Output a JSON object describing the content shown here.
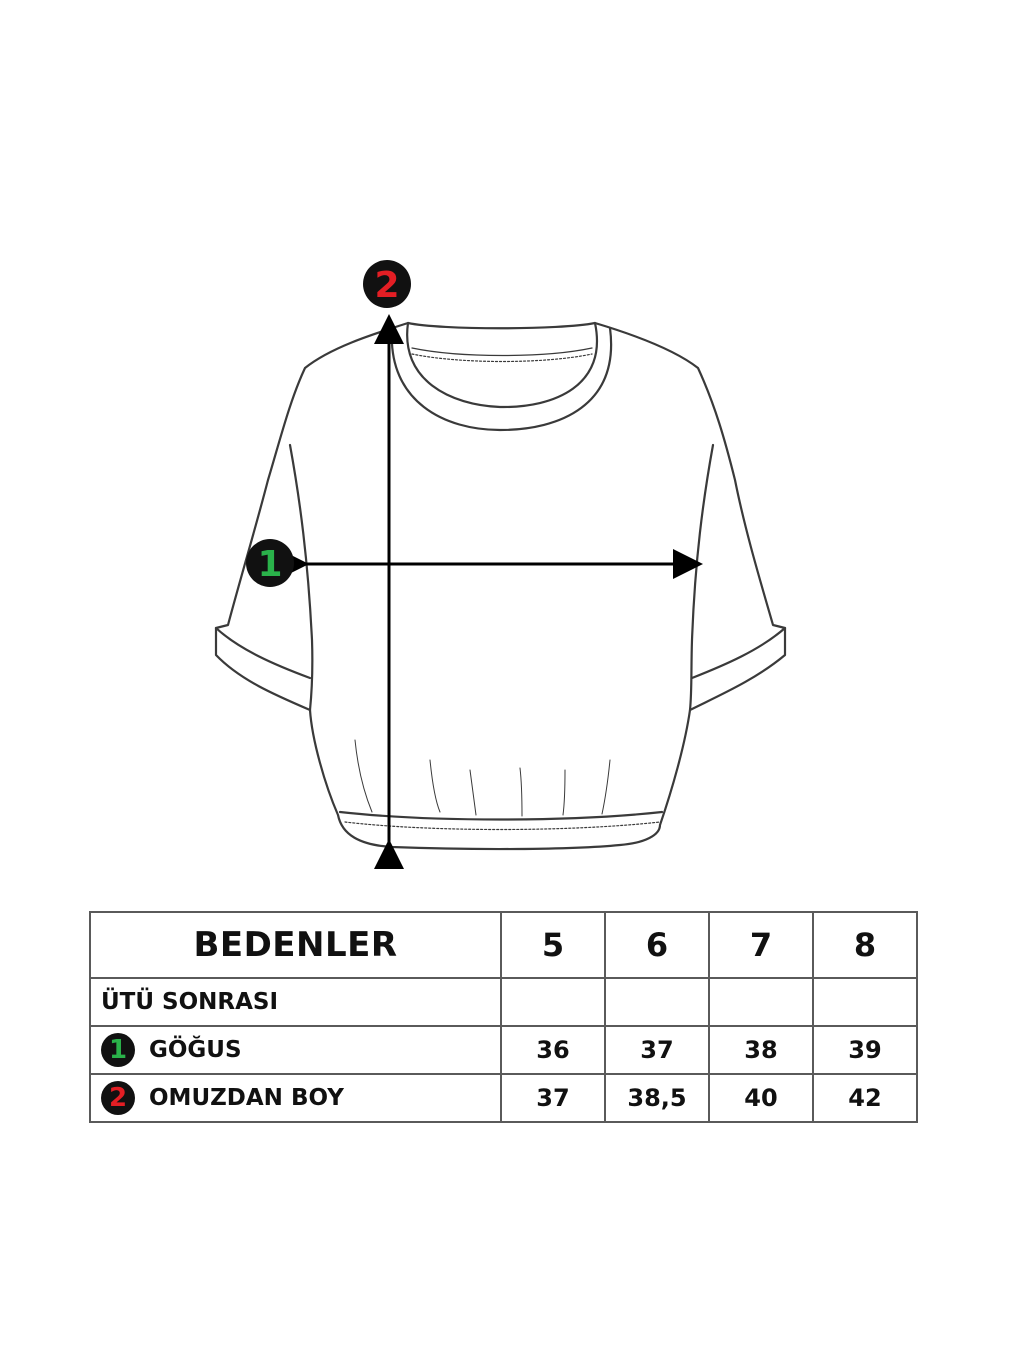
{
  "markers": {
    "chest": {
      "number": "1",
      "color": "#2ab24a"
    },
    "length": {
      "number": "2",
      "color": "#e31e24"
    }
  },
  "table": {
    "header_label": "BEDENLER",
    "sizes": [
      "5",
      "6",
      "7",
      "8"
    ],
    "section_label": "ÜTÜ SONRASI",
    "rows": [
      {
        "marker": "1",
        "label": "GÖĞUS",
        "values": [
          "36",
          "37",
          "38",
          "39"
        ]
      },
      {
        "marker": "2",
        "label": "OMUZDAN BOY",
        "values": [
          "37",
          "38,5",
          "40",
          "42"
        ]
      }
    ]
  }
}
